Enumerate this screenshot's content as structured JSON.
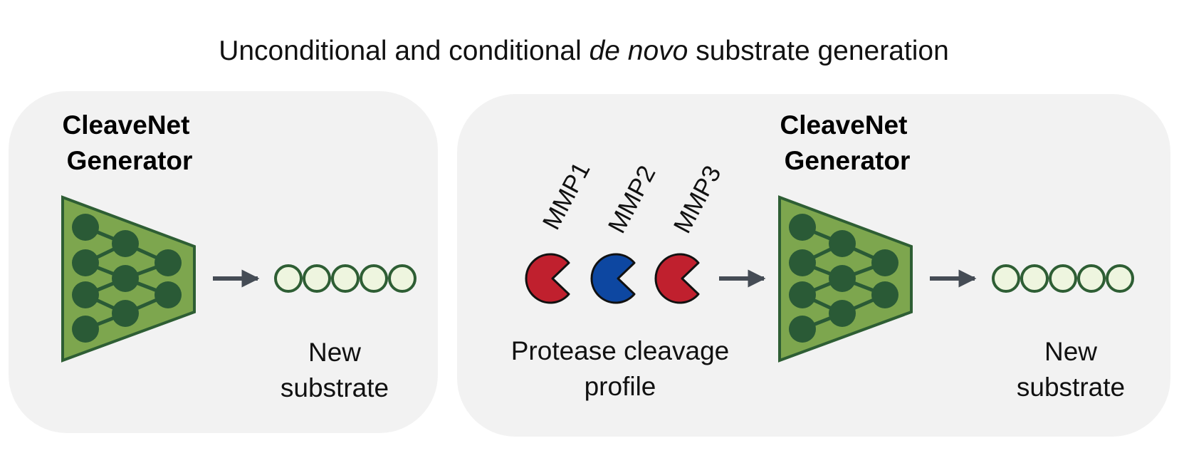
{
  "title": {
    "before": "Unconditional and conditional ",
    "italic": "de novo",
    "after": " substrate generation"
  },
  "left_panel": {
    "generator_line1": "CleaveNet",
    "generator_line2": "Generator",
    "output_line1": "New",
    "output_line2": "substrate"
  },
  "right_panel": {
    "generator_line1": "CleaveNet",
    "generator_line2": "Generator",
    "proteases": [
      {
        "label": "MMP1",
        "color": "#c0202e"
      },
      {
        "label": "MMP2",
        "color": "#0d47a1"
      },
      {
        "label": "MMP3",
        "color": "#c0202e"
      }
    ],
    "profile_line1": "Protease cleavage",
    "profile_line2": "profile",
    "output_line1": "New",
    "output_line2": "substrate"
  },
  "colors": {
    "panel_bg": "#f2f2f2",
    "generator_fill": "#7da64e",
    "generator_stroke": "#2e5e34",
    "node_fill": "#2a5a36",
    "bead_fill": "#eef5df",
    "bead_stroke": "#2e5e34",
    "arrow": "#454c55"
  }
}
